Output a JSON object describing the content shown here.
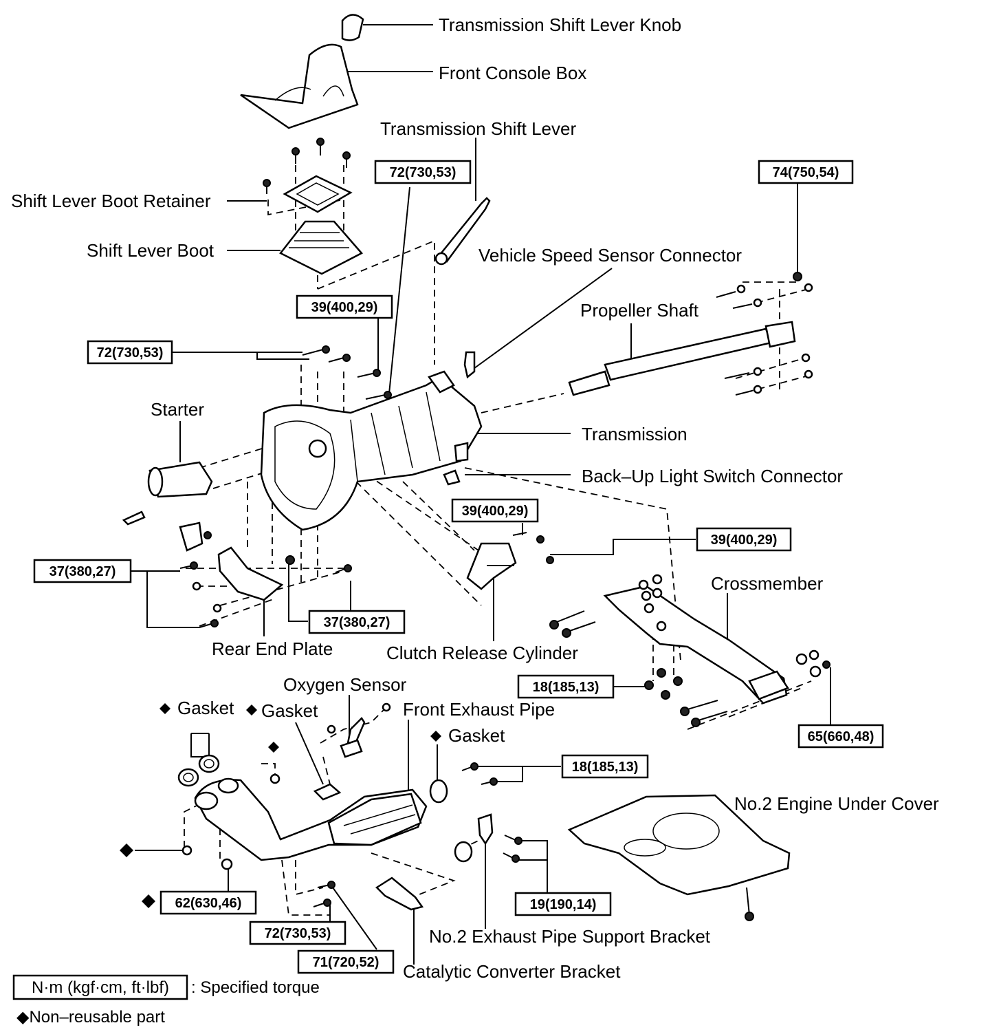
{
  "labels": {
    "knob": "Transmission Shift Lever Knob",
    "console": "Front Console Box",
    "shift_lever": "Transmission Shift Lever",
    "boot_retainer": "Shift Lever Boot Retainer",
    "boot": "Shift Lever Boot",
    "speed_sensor": "Vehicle Speed Sensor Connector",
    "propeller": "Propeller Shaft",
    "starter": "Starter",
    "transmission": "Transmission",
    "backup": "Back–Up Light Switch Connector",
    "crossmember": "Crossmember",
    "rear_plate": "Rear End Plate",
    "clutch_cyl": "Clutch Release Cylinder",
    "oxygen": "Oxygen Sensor",
    "gasket1": "Gasket",
    "gasket2": "Gasket",
    "front_pipe": "Front Exhaust Pipe",
    "gasket3": "Gasket",
    "under_cover": "No.2 Engine Under Cover",
    "support_bracket": "No.2 Exhaust Pipe Support Bracket",
    "cat_bracket": "Catalytic Converter Bracket"
  },
  "torques": {
    "t1": "72(730,53)",
    "t2": "74(750,54)",
    "t3": "39(400,29)",
    "t4": "72(730,53)",
    "t5": "39(400,29)",
    "t6": "39(400,29)",
    "t7": "37(380,27)",
    "t8": "37(380,27)",
    "t9": "18(185,13)",
    "t10": "65(660,48)",
    "t11": "18(185,13)",
    "t12": "62(630,46)",
    "t13": "19(190,14)",
    "t14": "72(730,53)",
    "t15": "71(720,52)"
  },
  "legend": {
    "unit": "N·m (kgf·cm, ft·lbf)",
    "unit_desc": ": Specified torque",
    "nonreusable": "◆Non–reusable part"
  }
}
